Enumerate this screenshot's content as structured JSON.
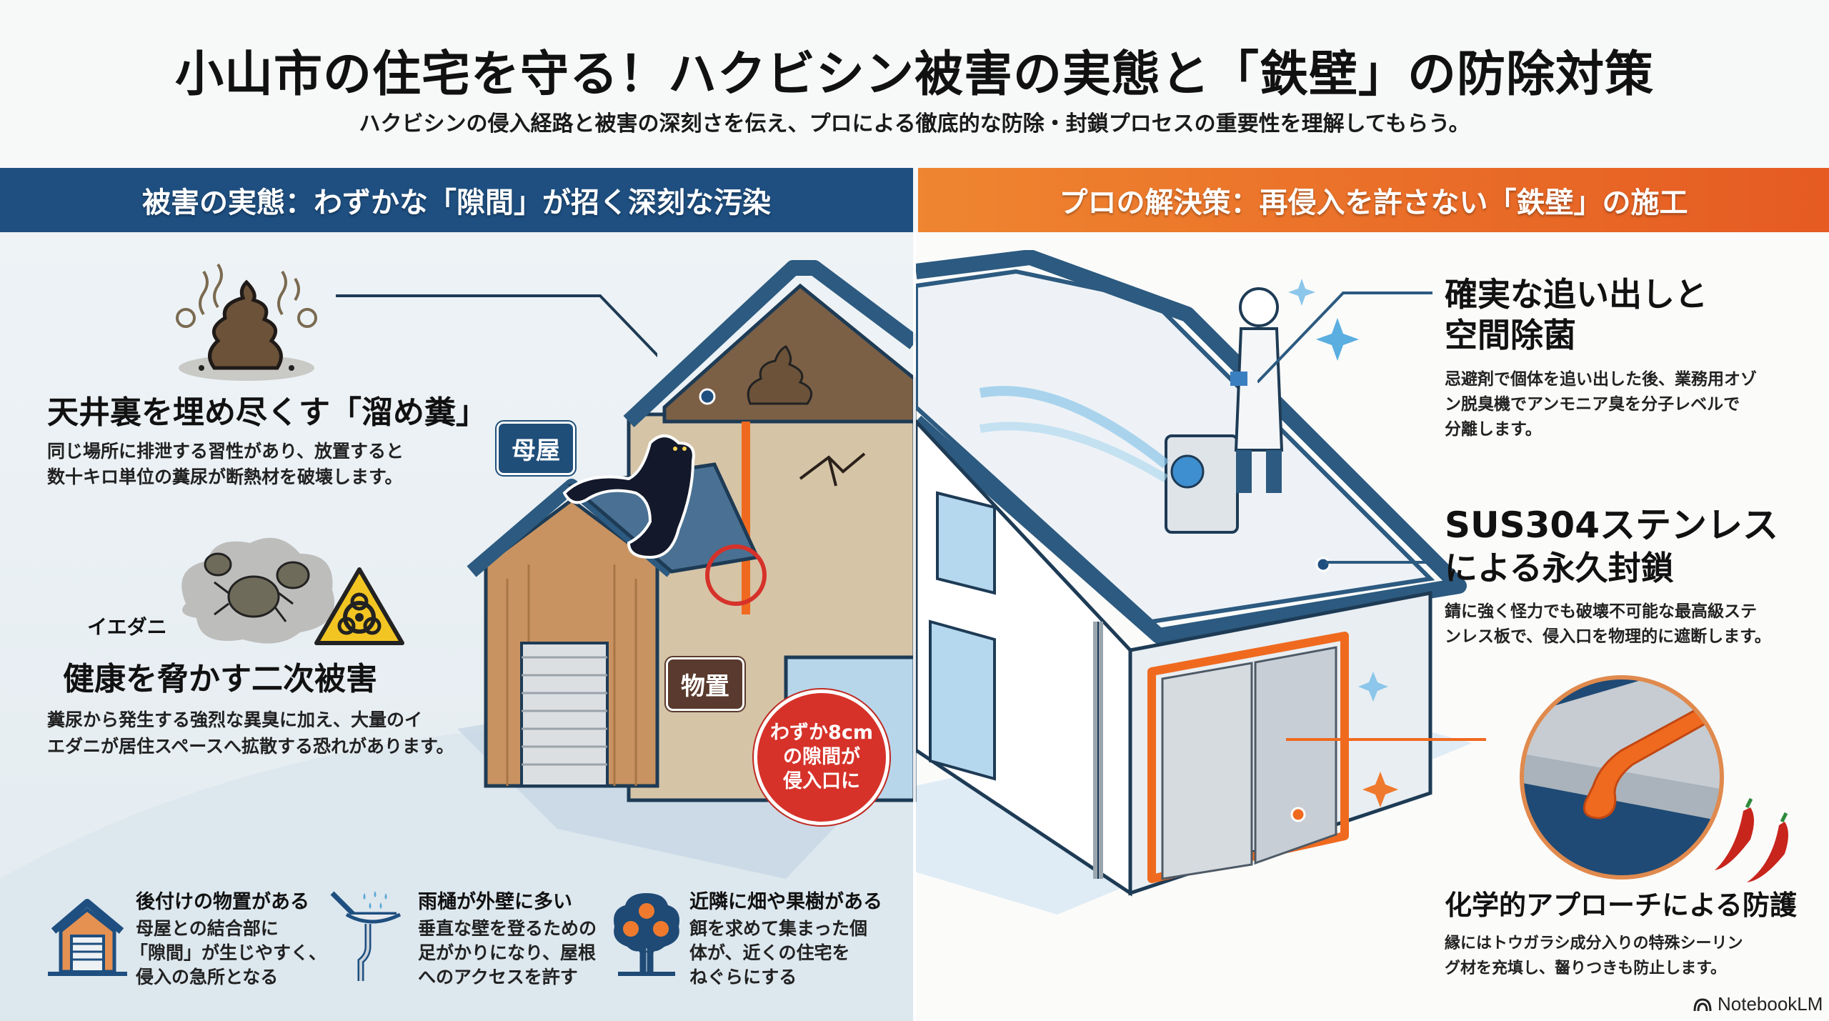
{
  "header": {
    "title": "小山市の住宅を守る！ハクビシン被害の実態と「鉄壁」の防除対策",
    "subtitle": "ハクビシンの侵入経路と被害の深刻さを伝え、プロによる徹底的な防除・封鎖プロセスの重要性を理解してもらう。"
  },
  "colors": {
    "left_bar": "#1e4f80",
    "right_bar": "#e8702a",
    "accent_orange": "#ef7a2e",
    "alert_red": "#d6322a",
    "navy": "#1f4e79"
  },
  "left": {
    "heading": "被害の実態：わずかな「隙間」が招く深刻な汚染",
    "card1": {
      "icon": "poop-icon",
      "title": "天井裏を埋め尽くす「溜め糞」",
      "body_line1": "同じ場所に排泄する習性があり、放置すると",
      "body_line2": "数十キロ単位の糞尿が断熱材を破壊します。"
    },
    "card2": {
      "icon_label": "イエダニ",
      "icon": "mites-icon",
      "warning_icon": "biohazard-icon",
      "title": "健康を脅かす二次被害",
      "body_line1": "糞尿から発生する強烈な異臭に加え、大量のイ",
      "body_line2": "エダニが居住スペースへ拡散する恐れがあります。"
    },
    "illustration": {
      "label_main_house": "母屋",
      "label_shed": "物置",
      "alert_line1": "わずか8cm",
      "alert_line2": "の隙間が",
      "alert_line3": "侵入口に"
    },
    "risk_factors": [
      {
        "icon": "shed-icon",
        "title": "後付けの物置がある",
        "lines": [
          "母屋との結合部に",
          "「隙間」が生じやすく、",
          "侵入の急所となる"
        ]
      },
      {
        "icon": "rain-gutter-icon",
        "title": "雨樋が外壁に多い",
        "lines": [
          "垂直な壁を登るための",
          "足がかりになり、屋根",
          "へのアクセスを許す"
        ]
      },
      {
        "icon": "fruit-tree-icon",
        "title": "近隣に畑や果樹がある",
        "lines": [
          "餌を求めて集まった個",
          "体が、近くの住宅を",
          "ねぐらにする"
        ]
      }
    ]
  },
  "right": {
    "heading": "プロの解決策：再侵入を許さない「鉄壁」の施工",
    "step1": {
      "title_line1": "確実な追い出しと",
      "title_line2": "空間除菌",
      "body_line1": "忌避剤で個体を追い出した後、業務用オゾ",
      "body_line2": "ン脱臭機でアンモニア臭を分子レベルで",
      "body_line3": "分離します。"
    },
    "step2": {
      "title_line1": "SUS304ステンレス",
      "title_line2": "による永久封鎖",
      "body_line1": "錆に強く怪力でも破壊不可能な最高級ステ",
      "body_line2": "ンレス板で、侵入口を物理的に遮断します。"
    },
    "step3": {
      "title": "化学的アプローチによる防護",
      "body_line1": "縁にはトウガラシ成分入りの特殊シーリン",
      "body_line2": "グ材を充填し、齧りつきも防止します。"
    }
  },
  "footer": {
    "brand": "NotebookLM"
  }
}
